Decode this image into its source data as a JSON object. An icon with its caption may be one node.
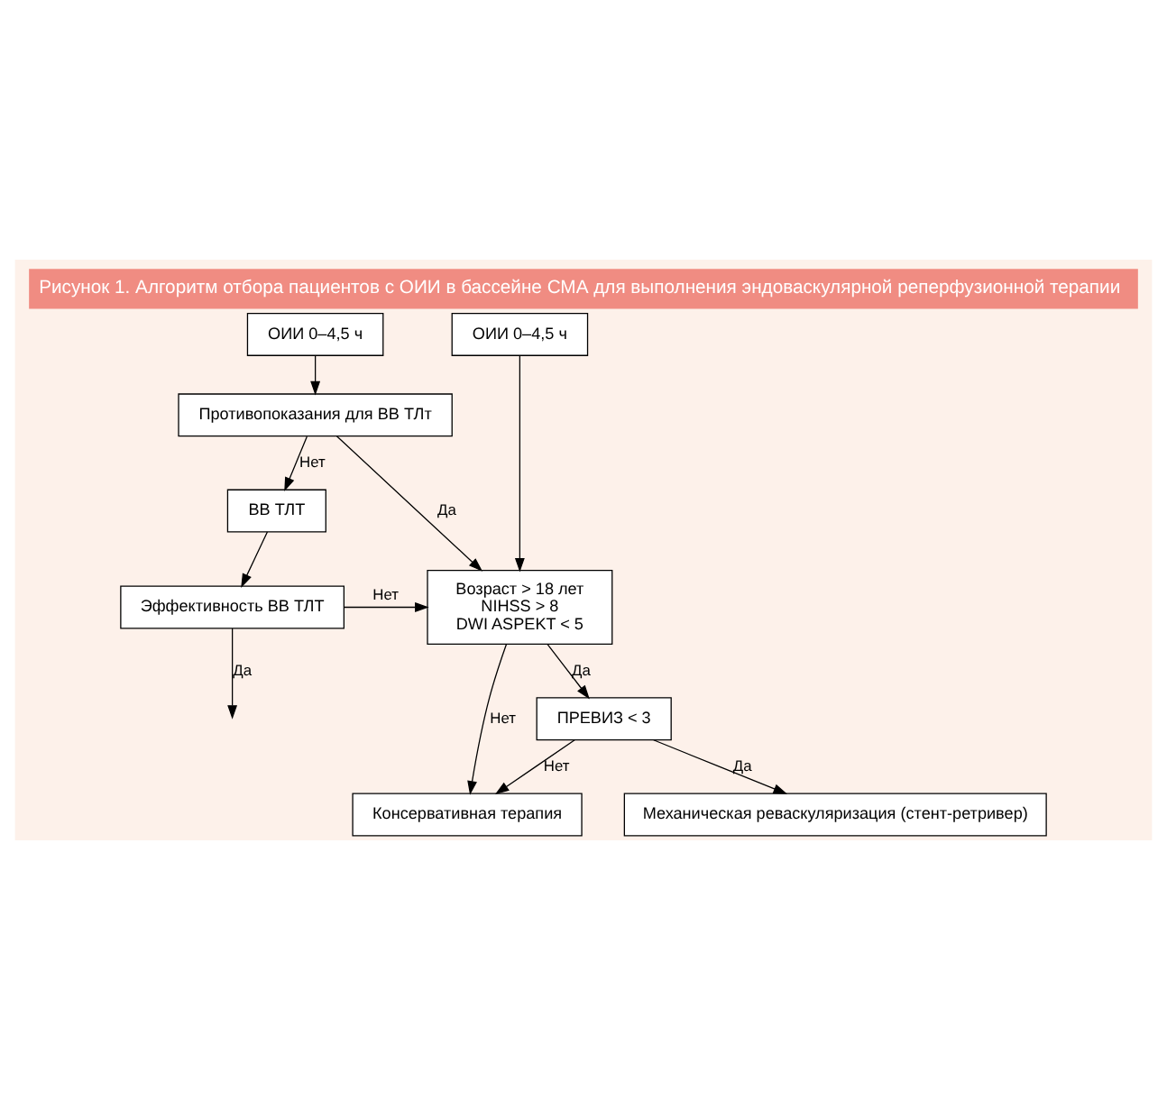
{
  "diagram": {
    "title": "Рисунок 1. Алгоритм отбора пациентов с ОИИ в бассейне СМА для выполнения эндоваскулярной реперфузионной терапии",
    "nodes": [
      {
        "text": [
          "ОИИ 0–4,5 ч"
        ]
      },
      {
        "text": [
          "ОИИ 0–4,5 ч"
        ]
      },
      {
        "text": [
          "Противопоказания для ВВ ТЛт"
        ]
      },
      {
        "text": [
          "ВВ ТЛТ"
        ]
      },
      {
        "text": [
          "Эффективность ВВ ТЛТ"
        ]
      },
      {
        "text": [
          "Возраст > 18 лет",
          "NIHSS > 8",
          "DWI ASPEKT < 5"
        ]
      },
      {
        "text": [
          "Консервативная терапия"
        ]
      },
      {
        "text": [
          "ПРЕВИЗ < 3"
        ]
      },
      {
        "text": [
          "Механическая реваскуляризация (стент-ретривер)"
        ]
      }
    ],
    "edges": [
      {
        "from": 0,
        "to": 2,
        "arrow": "to"
      },
      {
        "from": 2,
        "to": 5,
        "arrow": "to",
        "label": "Да"
      },
      {
        "from": 2,
        "to": 3,
        "arrow": "to",
        "label": "Нет"
      },
      {
        "from": 3,
        "to": 4,
        "arrow": "to"
      },
      {
        "from": 4,
        "to": null,
        "arrow": "to",
        "label": "Да"
      },
      {
        "from": 1,
        "to": 5,
        "arrow": "to"
      },
      {
        "from": 4,
        "to": 5,
        "arrow": "to",
        "label": "Нет"
      },
      {
        "from": 5,
        "to": 6,
        "arrow": "to",
        "label": "Нет"
      },
      {
        "from": 5,
        "to": 7,
        "arrow": "to",
        "label": "Да"
      },
      {
        "from": 7,
        "to": 6,
        "arrow": "to",
        "label": "Нет"
      },
      {
        "from": 7,
        "to": 8,
        "arrow": "to",
        "label": "Да"
      }
    ]
  }
}
